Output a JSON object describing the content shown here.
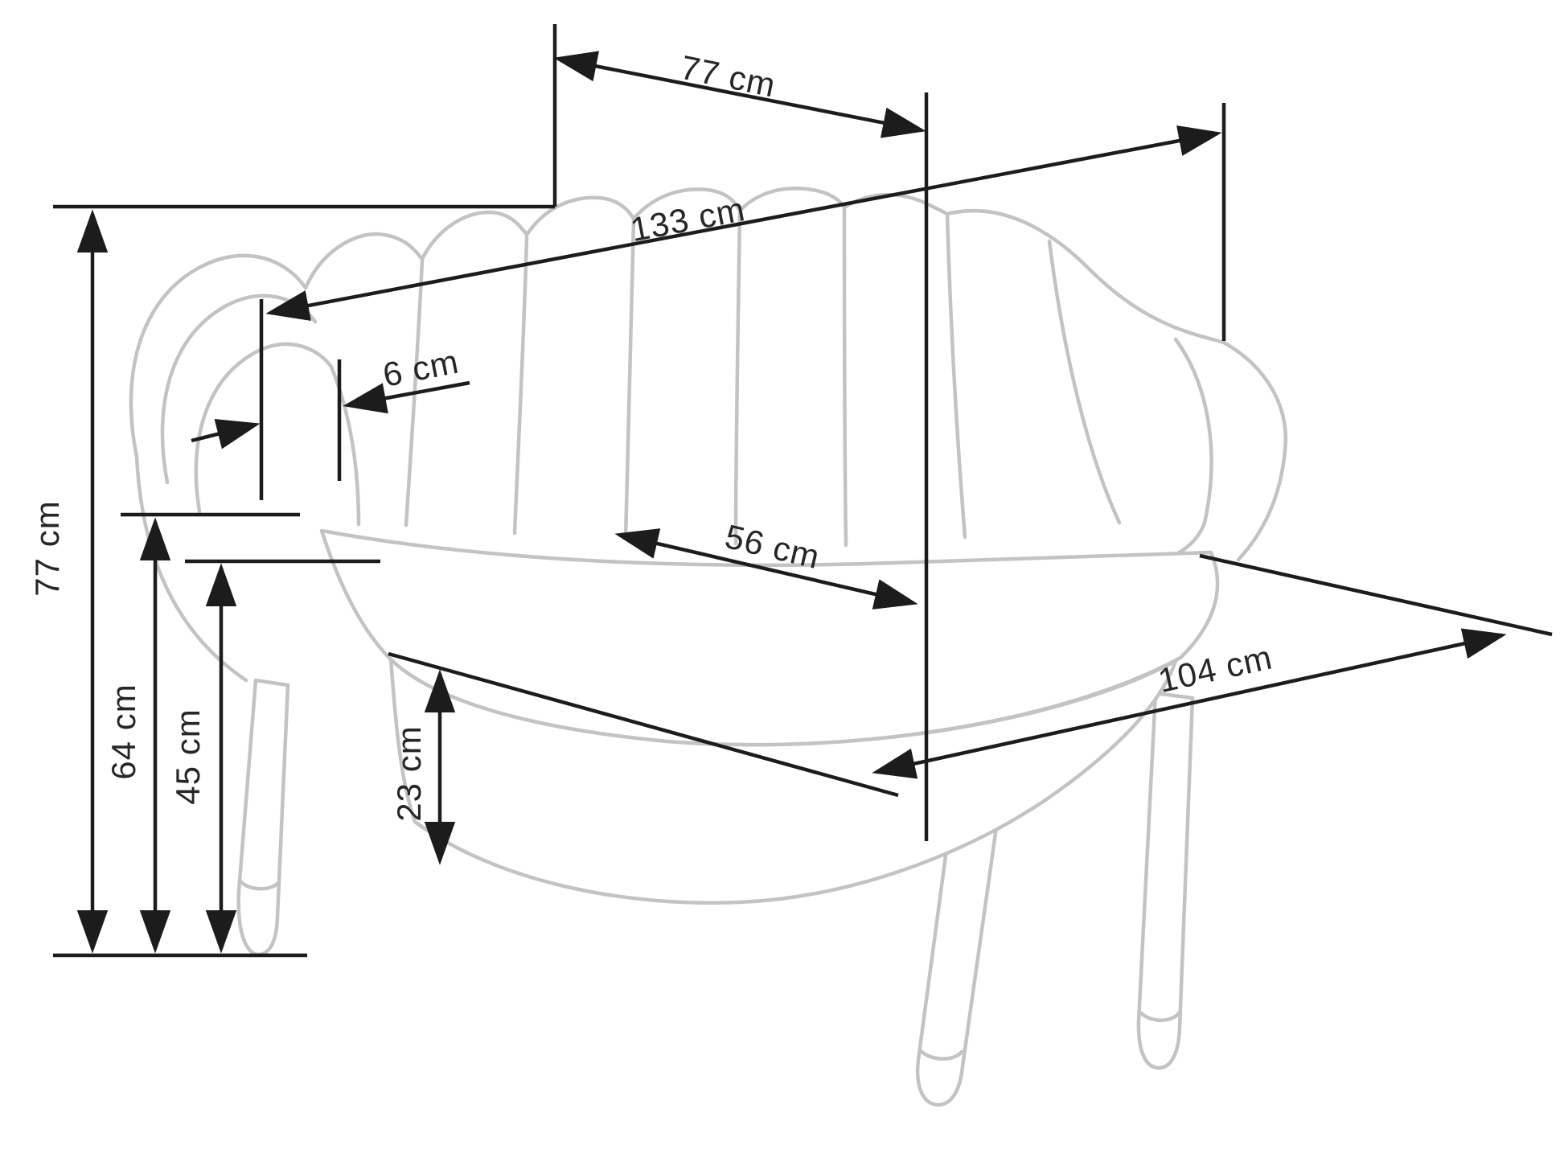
{
  "diagram": {
    "subject": "shell-shaped loveseat sofa technical dimension drawing",
    "unit": "cm",
    "colors": {
      "dimension_ink": "#1c1c1c",
      "furniture_outline": "#c3c3c3",
      "background": "#ffffff"
    },
    "dimensions": {
      "top_depth": {
        "label": "77 cm",
        "value_cm": 77
      },
      "overall_width": {
        "label": "133 cm",
        "value_cm": 133
      },
      "arm_offset": {
        "label": "6 cm",
        "value_cm": 6
      },
      "seat_depth": {
        "label": "56 cm",
        "value_cm": 56
      },
      "seat_width": {
        "label": "104 cm",
        "value_cm": 104
      },
      "overall_height": {
        "label": "77 cm",
        "value_cm": 77
      },
      "arm_height": {
        "label": "64 cm",
        "value_cm": 64
      },
      "seat_height": {
        "label": "45 cm",
        "value_cm": 45
      },
      "base_height": {
        "label": "23 cm",
        "value_cm": 23
      }
    }
  }
}
